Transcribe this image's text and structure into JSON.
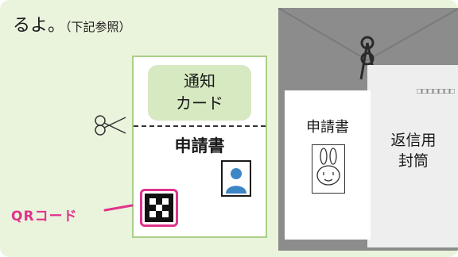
{
  "intro": {
    "main": "るよ。",
    "note": "（下記参照）"
  },
  "card": {
    "notice_line1": "通知",
    "notice_line2": "カード",
    "title": "申請書",
    "qr_label": "QRコード"
  },
  "envelope": {
    "form_title": "申請書",
    "return_line1": "返信用",
    "return_line2": "封筒"
  },
  "colors": {
    "panel_bg": "#eaf3dc",
    "card_border": "#a8cf86",
    "notice_bg": "#d6e9c0",
    "qr_accent": "#e0338c",
    "envelope_gray": "#8c8c8c",
    "photo_icon": "#3d86c6"
  }
}
